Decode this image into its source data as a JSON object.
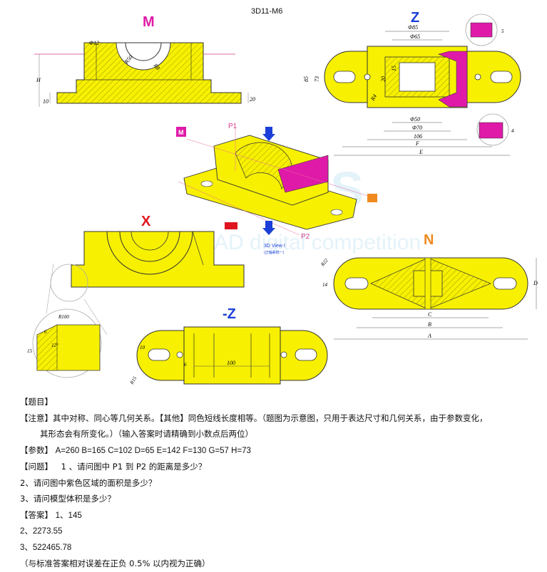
{
  "header": {
    "code": "3D11-M6"
  },
  "view_labels": {
    "m": "M",
    "z": "Z",
    "x": "X",
    "n": "N",
    "neg_z": "-Z"
  },
  "dims": {
    "m_phi12": "Φ12",
    "m_r50": "R50",
    "m_r8": "R8",
    "m_h": "H",
    "m_10": "10",
    "m_20": "20",
    "z_phi85": "Φ85",
    "z_phi65": "Φ65",
    "z_85": "85",
    "z_73": "73",
    "z_20": "20",
    "z_15": "15",
    "z_r4": "R4",
    "z_phi50": "Φ50",
    "z_phi70": "Φ70",
    "z_106": "106",
    "z_f": "F",
    "z_e": "E",
    "z_5": "5",
    "z_4": "4",
    "p1": "P1",
    "p2": "P2",
    "view3d": "3D View I",
    "view3d_sub": "(正轴系统一)",
    "detail_r100": "R100",
    "detail_6": "6",
    "detail_15": "15",
    "detail_12": "12°",
    "n_r22": "R22",
    "n_14": "14",
    "n_c": "C",
    "n_b": "B",
    "n_a": "A",
    "n_d": "D",
    "nz_10": "10",
    "nz_6": "6",
    "nz_100": "100",
    "nz_r15": "R15"
  },
  "watermark": "AD digital competition",
  "content": {
    "heading": "【题目】",
    "note": "【注意】其中对称、同心等几何关系。【其他】同色短线长度相等。（题图为示意图，只用于表达尺寸和几何关系，由于参数变化，",
    "note2": "其形态会有所变化。）（输入答案时请精确到小数点后两位）",
    "params_label": "【参数】",
    "params": "A=260  B=165  C=102  D=65  E=142  F=130  G=57  H=73",
    "q_label": "【问题】",
    "q1": "1 、请问图中   P1 到 P2 的距离是多少？",
    "q2": "2、请问图中紫色区域的面积是多少？",
    "q3": "3、请问模型体积是多少？",
    "ans_label": "【答案】",
    "a1": "1、145",
    "a2": "2、2273.55",
    "a3": "3、522465.78",
    "tolerance": "（与标准答案相对误差在正负      0.5% 以内视为正确）"
  }
}
